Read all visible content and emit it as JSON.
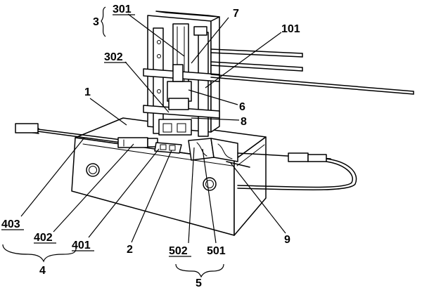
{
  "labels": {
    "l1": "1",
    "l2": "2",
    "l3": "3",
    "l4": "4",
    "l5": "5",
    "l6": "6",
    "l7": "7",
    "l8": "8",
    "l9": "9",
    "l101": "101",
    "l301": "301",
    "l302": "302",
    "l401": "401",
    "l402": "402",
    "l403": "403",
    "l501": "501",
    "l502": "502"
  }
}
